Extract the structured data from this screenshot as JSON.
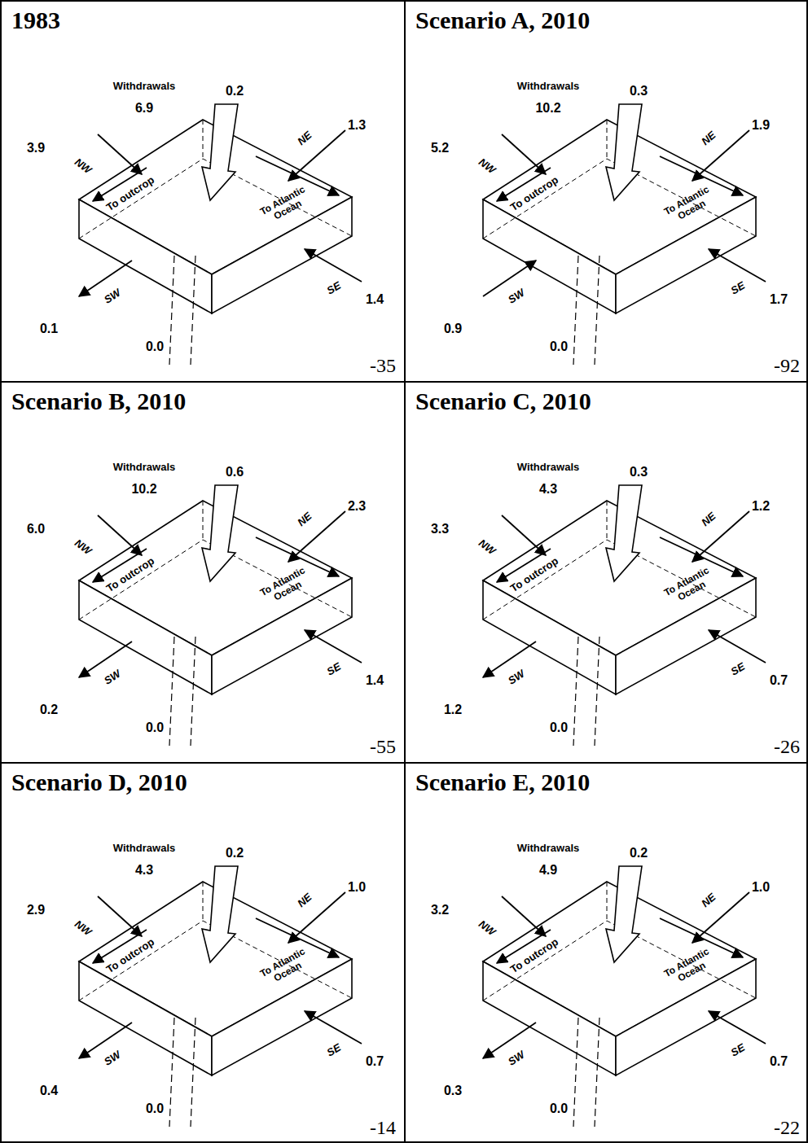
{
  "diagram": {
    "nodes": [
      {
        "text": [
          "1983"
        ]
      },
      {
        "text": [
          "Scenario A, 2010"
        ]
      },
      {
        "text": [
          "Scenario B, 2010"
        ]
      },
      {
        "text": [
          "Scenario C, 2010"
        ]
      },
      {
        "text": [
          "Scenario D, 2010"
        ]
      },
      {
        "text": [
          "Scenario E, 2010"
        ]
      }
    ],
    "labels": [
      "Withdrawals",
      "6.9",
      "0.2",
      "3.9",
      "NW",
      "To outcrop",
      "1.3",
      "NE",
      "To Atlantic Ocean",
      "SW",
      "0.1",
      "SE",
      "1.4",
      "0.0",
      "-35",
      "Withdrawals",
      "10.2",
      "0.3",
      "5.2",
      "NW",
      "To outcrop",
      "1.9",
      "NE",
      "To Atlantic Ocean",
      "SW",
      "0.9",
      "SE",
      "1.7",
      "0.0",
      "-92",
      "Withdrawals",
      "10.2",
      "0.6",
      "6.0",
      "NW",
      "To outcrop",
      "2.3",
      "NE",
      "To Atlantic Ocean",
      "SW",
      "0.2",
      "SE",
      "1.4",
      "0.0",
      "-55",
      "Withdrawals",
      "4.3",
      "0.3",
      "3.3",
      "NW",
      "To outcrop",
      "1.2",
      "NE",
      "To Atlantic Ocean",
      "SW",
      "1.2",
      "SE",
      "0.7",
      "0.0",
      "-26",
      "Withdrawals",
      "4.3",
      "0.2",
      "2.9",
      "NW",
      "To outcrop",
      "1.0",
      "NE",
      "To Atlantic Ocean",
      "SW",
      "0.4",
      "SE",
      "0.7",
      "0.0",
      "-14",
      "Withdrawals",
      "4.9",
      "0.2",
      "3.2",
      "NW",
      "To outcrop",
      "1.0",
      "NE",
      "To Atlantic Ocean",
      "SW",
      "0.3",
      "SE",
      "0.7",
      "0.0",
      "-22"
    ]
  }
}
